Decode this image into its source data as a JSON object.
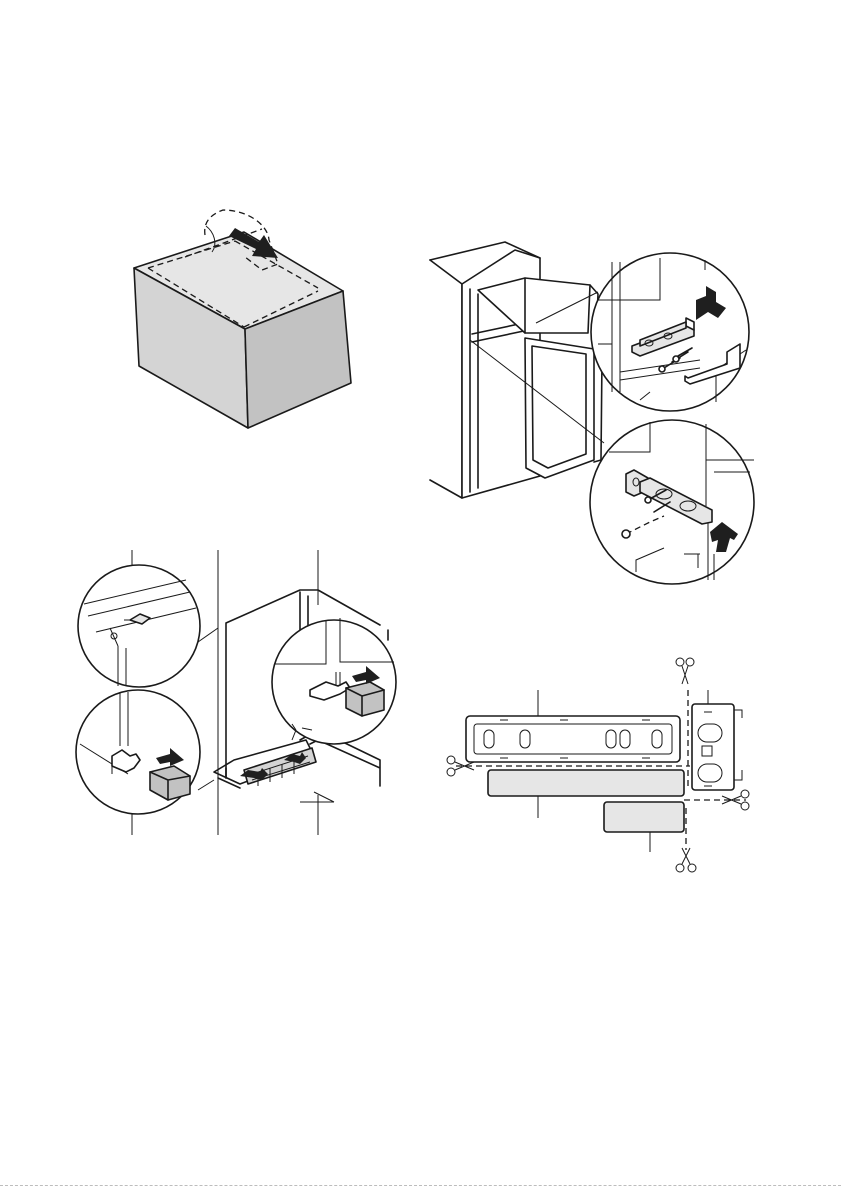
{
  "page": {
    "type": "installation-illustrations",
    "background": "#ffffff",
    "line_color": "#1a1a1a",
    "fill_colors": [
      "#e6e6e6",
      "#d4d4d4",
      "#c2c2c2"
    ]
  },
  "figures": [
    {
      "id": "remove-packaging-tape",
      "icons": [
        "box-icon",
        "arrow-icon"
      ]
    },
    {
      "id": "door-hinge-assembly",
      "icons": [
        "fridge-icon",
        "hinge-bracket-icon",
        "screw-icon",
        "arrow-icon"
      ]
    },
    {
      "id": "ventilation-grille-spacers",
      "icons": [
        "fridge-corner-icon",
        "spacer-block-icon",
        "arrow-icon"
      ]
    },
    {
      "id": "cut-cover-strips",
      "icons": [
        "scissors-icon",
        "cover-strip-icon"
      ]
    }
  ]
}
